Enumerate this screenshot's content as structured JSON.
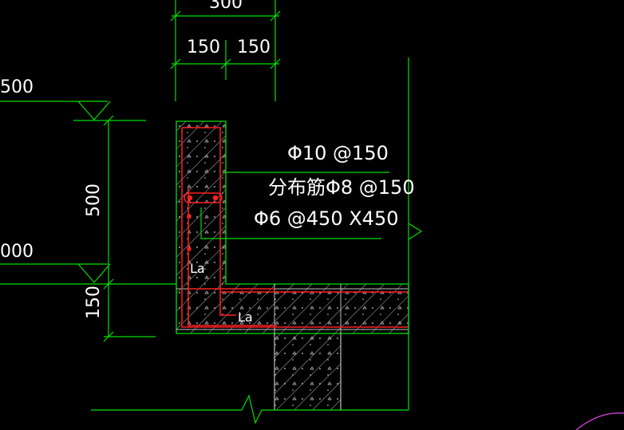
{
  "colors": {
    "background": "#000000",
    "dimension_line": "#00e000",
    "rebar": "#ff2020",
    "concrete_outline": "#c0c0c0",
    "text": "#ffffff",
    "arc": "#d040d0"
  },
  "dimensions": {
    "top_total": "300",
    "top_left": "150",
    "top_right": "150",
    "elev_upper": "500",
    "elev_lower": "000",
    "wall_height": "500",
    "slab_thickness": "150"
  },
  "rebar_notes": {
    "main": "Φ10 @150",
    "distribution": "分布筋Φ8 @150",
    "tie": "Φ6 @450 X450"
  },
  "anchorage_labels": {
    "vertical": "La",
    "horizontal": "La"
  }
}
